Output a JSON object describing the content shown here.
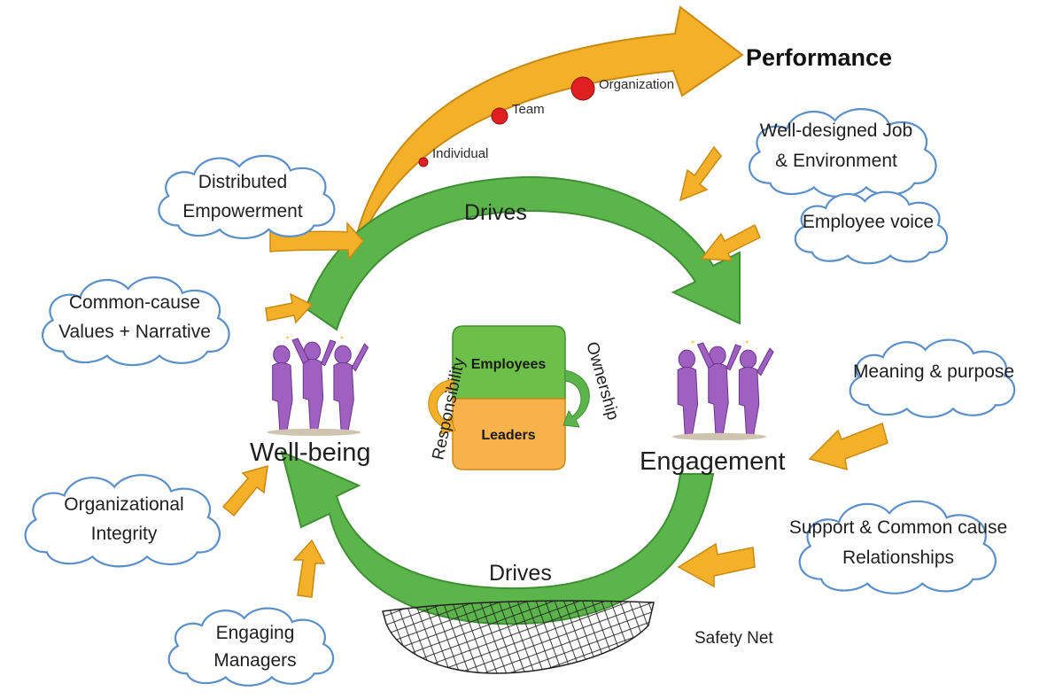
{
  "title": "Performance",
  "performance_levels": [
    "Individual",
    "Team",
    "Organization"
  ],
  "cycle": {
    "top_label": "Drives",
    "bottom_label": "Drives",
    "left_node": "Well-being",
    "right_node": "Engagement"
  },
  "center": {
    "top_box": "Employees",
    "bottom_box": "Leaders",
    "left_word": "Responsibility",
    "right_word": "Ownership"
  },
  "clouds": {
    "distributed": [
      "Distributed",
      "Empowerment"
    ],
    "common_cause": [
      "Common-cause",
      "Values + Narrative"
    ],
    "org_integrity": [
      "Organizational",
      "Integrity"
    ],
    "engaging_managers": [
      "Engaging",
      "Managers"
    ],
    "well_designed": [
      "Well-designed Job",
      "& Environment"
    ],
    "employee_voice": [
      "Employee voice"
    ],
    "meaning": [
      "Meaning & purpose"
    ],
    "support": [
      "Support & Common cause",
      "Relationships"
    ]
  },
  "safety_net": "Safety Net",
  "colors": {
    "green": "#5cb54a",
    "green_dark": "#3f8f35",
    "orange": "#f5b02a",
    "orange_dark": "#c98a10",
    "cloud_stroke": "#5a8fc8",
    "employees_box": "#6cc04a",
    "leaders_box": "#f7b24c",
    "dot": "#e02020",
    "figure": "#a060c0"
  },
  "icons": [
    "people-cheering-icon",
    "people-cheering-icon"
  ]
}
